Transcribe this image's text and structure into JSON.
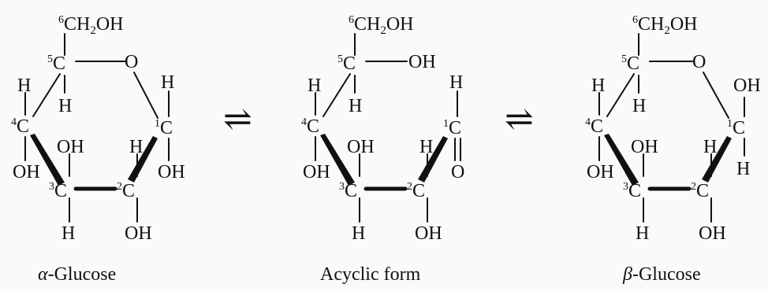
{
  "diagram": {
    "equilibrium_arrow": "⇌",
    "structures": [
      {
        "id": "alpha",
        "caption_prefix": "α",
        "caption_rest": "-Glucose",
        "labels": {
          "c6": "CH",
          "c6_num": "6",
          "c6_sub": "2",
          "c6_oh": "OH",
          "c5": "C",
          "c5_num": "5",
          "ring_o": "O",
          "c4": "C",
          "c4_num": "4",
          "c3": "C",
          "c3_num": "3",
          "c2": "C",
          "c2_num": "2",
          "c1": "C",
          "c1_num": "1",
          "h5": "H",
          "h4": "H",
          "oh4": "OH",
          "oh3": "OH",
          "h3": "H",
          "h2": "H",
          "oh2": "OH",
          "h1": "H",
          "oh1": "OH"
        }
      },
      {
        "id": "acyclic",
        "caption_prefix": "",
        "caption_rest": "Acyclic form",
        "labels": {
          "c6": "CH",
          "c6_num": "6",
          "c6_sub": "2",
          "c6_oh": "OH",
          "c5": "C",
          "c5_num": "5",
          "oh5": "OH",
          "c4": "C",
          "c4_num": "4",
          "c3": "C",
          "c3_num": "3",
          "c2": "C",
          "c2_num": "2",
          "c1": "C",
          "c1_num": "1",
          "h5": "H",
          "h4": "H",
          "oh4": "OH",
          "oh3": "OH",
          "h3": "H",
          "h2": "H",
          "oh2": "OH",
          "h1": "H",
          "o1": "O"
        }
      },
      {
        "id": "beta",
        "caption_prefix": "β",
        "caption_rest": "-Glucose",
        "labels": {
          "c6": "CH",
          "c6_num": "6",
          "c6_sub": "2",
          "c6_oh": "OH",
          "c5": "C",
          "c5_num": "5",
          "ring_o": "O",
          "c4": "C",
          "c4_num": "4",
          "c3": "C",
          "c3_num": "3",
          "c2": "C",
          "c2_num": "2",
          "c1": "C",
          "c1_num": "1",
          "h5": "H",
          "h4": "H",
          "oh4": "OH",
          "oh3": "OH",
          "h3": "H",
          "h2": "H",
          "oh2": "OH",
          "oh1": "OH",
          "h1": "H"
        }
      }
    ]
  }
}
